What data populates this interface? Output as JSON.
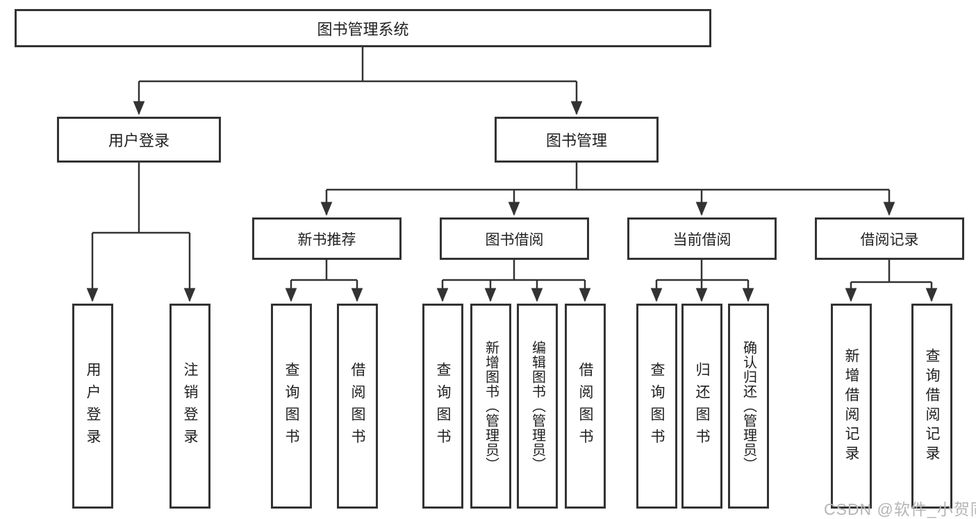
{
  "diagram": {
    "root": {
      "label": "图书管理系统"
    },
    "level2": [
      {
        "label": "用户登录"
      },
      {
        "label": "图书管理"
      }
    ],
    "level3": [
      {
        "label": "新书推荐"
      },
      {
        "label": "图书借阅"
      },
      {
        "label": "当前借阅"
      },
      {
        "label": "借阅记录"
      }
    ],
    "leaves": {
      "user_login": [
        {
          "label": "用户登录"
        },
        {
          "label": "注销登录"
        }
      ],
      "new_book": [
        {
          "label": "查询图书"
        },
        {
          "label": "借阅图书"
        }
      ],
      "book_borrow": [
        {
          "label": "查询图书"
        },
        {
          "label": "新增图书（管理员）"
        },
        {
          "label": "编辑图书（管理员）"
        },
        {
          "label": "借阅图书"
        }
      ],
      "current_borrow": [
        {
          "label": "查询图书"
        },
        {
          "label": "归还图书"
        },
        {
          "label": "确认归还（管理员）"
        }
      ],
      "borrow_records": [
        {
          "label": "新增借阅记录"
        },
        {
          "label": "查询借阅记录"
        }
      ]
    }
  },
  "watermark": {
    "text": "CSDN @软件_小贺同学"
  },
  "colors": {
    "line": "#333333",
    "text": "#1f1f1f",
    "watermark": "#b5b5b5",
    "background": "#ffffff"
  }
}
